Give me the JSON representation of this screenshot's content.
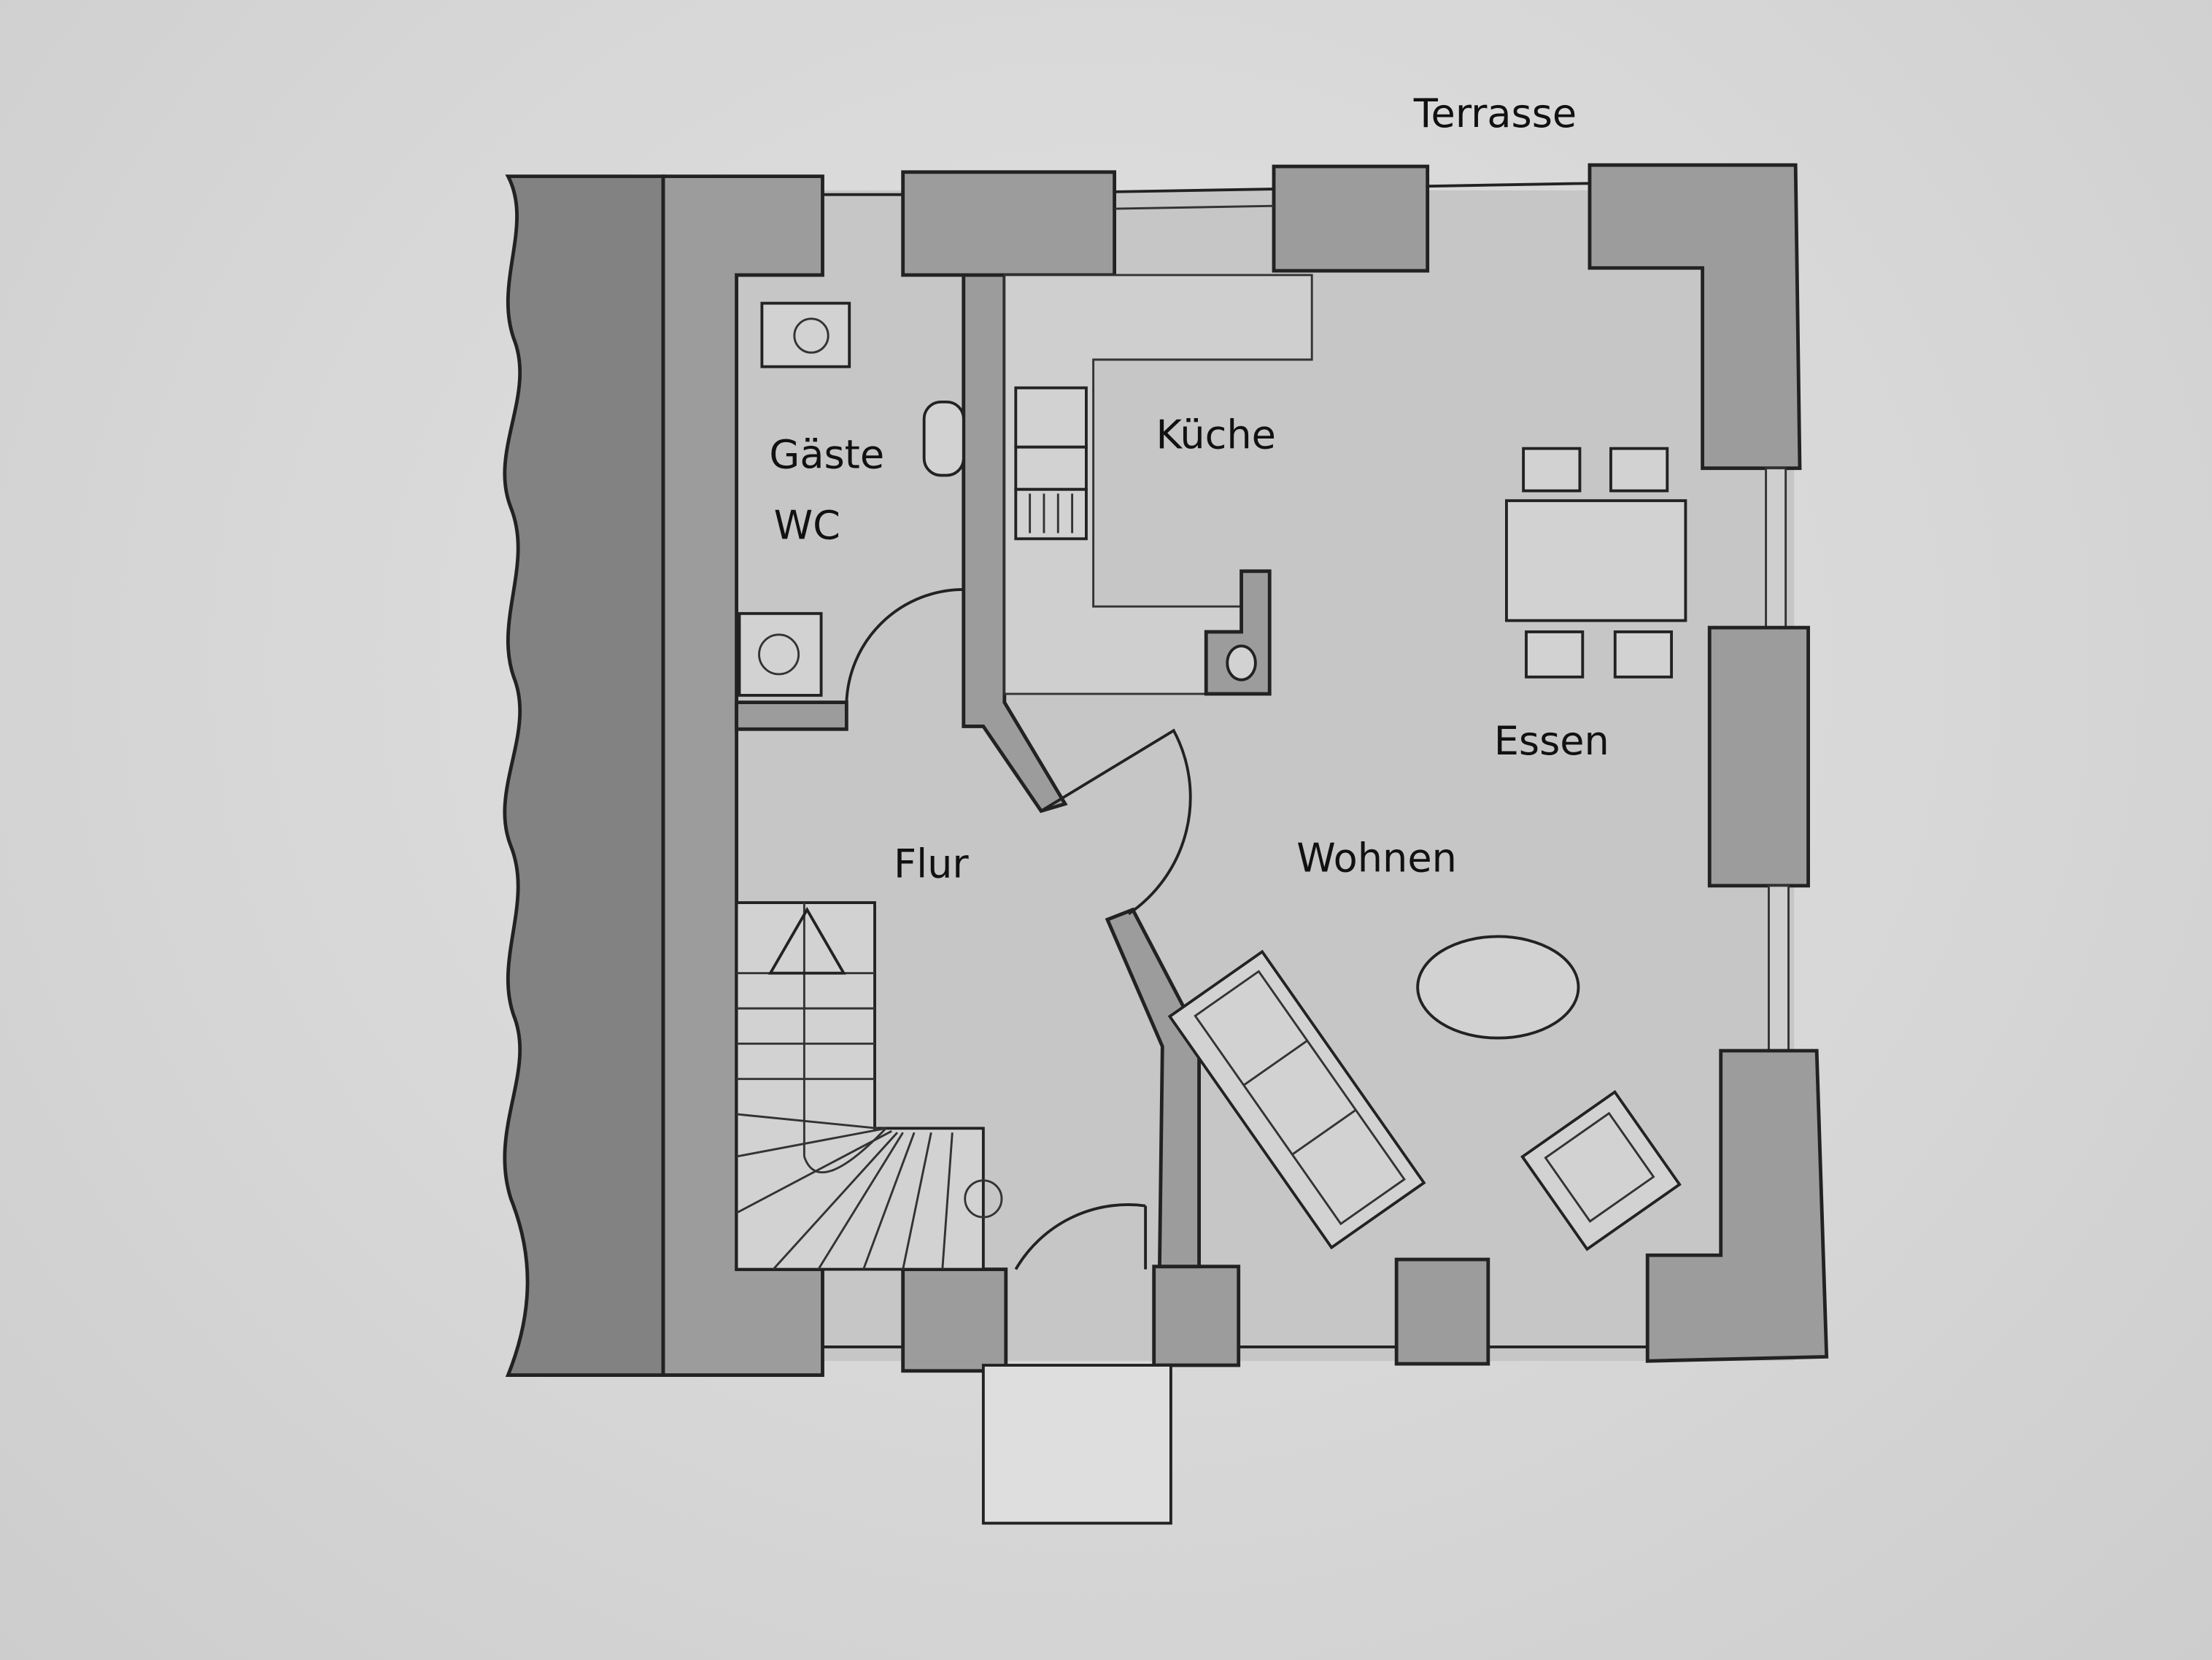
{
  "plan": {
    "labels": {
      "terrace": "Terrasse",
      "guest_wc_line1": "Gäste",
      "guest_wc_line2": "WC",
      "kitchen": "Küche",
      "dining": "Essen",
      "hallway": "Flur",
      "living": "Wohnen"
    },
    "colors": {
      "paper": "#d8d8d8",
      "floor": "#c6c6c6",
      "wall": "#9c9c9c",
      "neighbor_wall": "#828282"
    }
  }
}
